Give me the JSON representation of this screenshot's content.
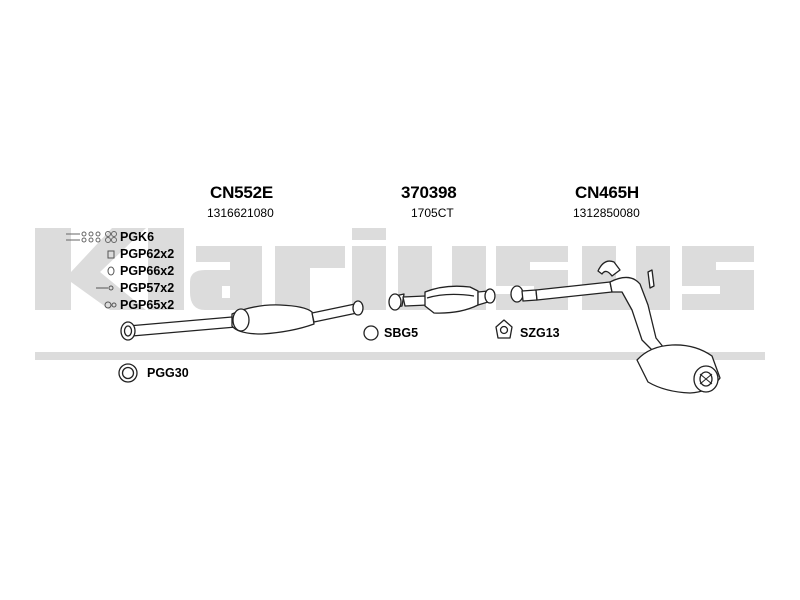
{
  "watermark": {
    "text": "klarius"
  },
  "parts": [
    {
      "code": "CN552E",
      "number": "1316621080"
    },
    {
      "code": "370398",
      "number": "1705CT"
    },
    {
      "code": "CN465H",
      "number": "1312850080"
    }
  ],
  "kits": [
    {
      "label": "PGK6"
    },
    {
      "label": "PGP62x2"
    },
    {
      "label": "PGP66x2"
    },
    {
      "label": "PGP57x2"
    },
    {
      "label": "PGP65x2"
    }
  ],
  "accessories": {
    "pgg": "PGG30",
    "sbg": "SBG5",
    "szg": "SZG13"
  }
}
